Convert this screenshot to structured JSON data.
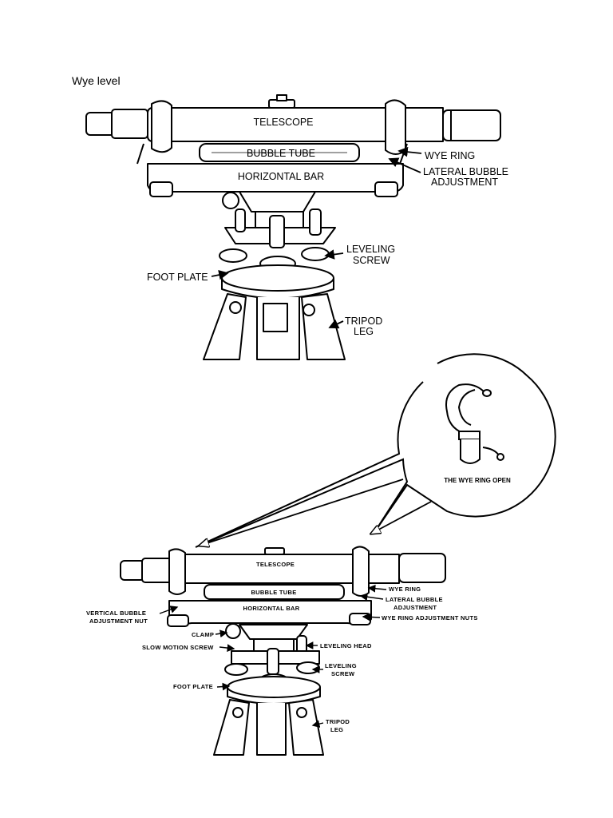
{
  "page": {
    "title": "Wye level"
  },
  "figure1": {
    "labels": {
      "telescope": "TELESCOPE",
      "bubble_tube": "BUBBLE TUBE",
      "horizontal_bar": "HORIZONTAL BAR",
      "wye_ring": "WYE RING",
      "lateral_bubble_adjustment_1": "LATERAL BUBBLE",
      "lateral_bubble_adjustment_2": "ADJUSTMENT",
      "leveling_screw_1": "LEVELING",
      "leveling_screw_2": "SCREW",
      "foot_plate": "FOOT PLATE",
      "tripod_leg_1": "TRIPOD",
      "tripod_leg_2": "LEG"
    }
  },
  "inset": {
    "caption": "THE WYE RING OPEN"
  },
  "figure2": {
    "labels": {
      "telescope": "TELESCOPE",
      "bubble_tube": "BUBBLE TUBE",
      "horizontal_bar": "HORIZONTAL BAR",
      "wye_ring": "WYE RING",
      "lateral_bubble_adjustment_1": "LATERAL BUBBLE",
      "lateral_bubble_adjustment_2": "ADJUSTMENT",
      "vertical_bubble_adjustment_nut_1": "VERTICAL BUBBLE",
      "vertical_bubble_adjustment_nut_2": "ADJUSTMENT NUT",
      "wye_ring_adjustment_nuts": "WYE RING ADJUSTMENT NUTS",
      "clamp": "CLAMP",
      "slow_motion_screw": "SLOW MOTION SCREW",
      "leveling_head": "LEVELING HEAD",
      "leveling_screw_1": "LEVELING",
      "leveling_screw_2": "SCREW",
      "foot_plate": "FOOT PLATE",
      "tripod_leg_1": "TRIPOD",
      "tripod_leg_2": "LEG"
    }
  }
}
